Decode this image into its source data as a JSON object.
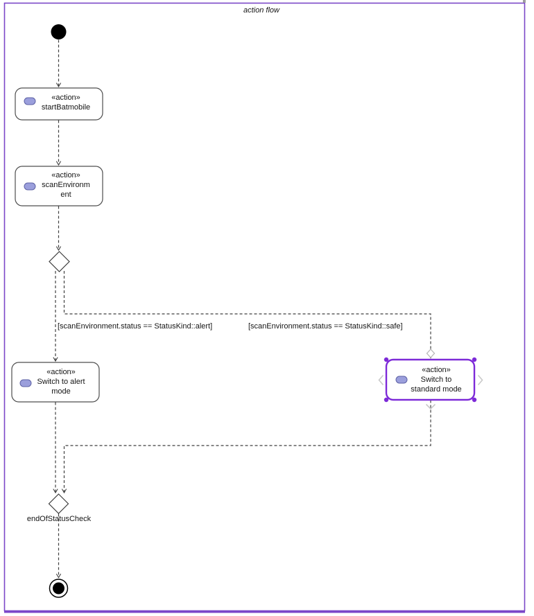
{
  "title": "action flow",
  "stereotype_label": "«action»",
  "nodes": {
    "startBatmobile": {
      "name": "startBatmobile"
    },
    "scanEnvironment": {
      "name_line1": "scanEnvironm",
      "name_line2": "ent"
    },
    "switchToAlertMode": {
      "name_line1": "Switch to alert",
      "name_line2": "mode"
    },
    "switchToStandardMode": {
      "name_line1": "Switch to",
      "name_line2": "standard mode",
      "selected": "true"
    }
  },
  "guards": {
    "alert": "[scanEnvironment.status == StatusKind::alert]",
    "safe": "[scanEnvironment.status == StatusKind::safe]"
  },
  "labels": {
    "merge_node": "endOfStatusCheck"
  },
  "colors": {
    "frame_purple": "#7B46C8",
    "selection_purple": "#7D2AD8",
    "action_icon_fill": "#9B9FDC",
    "action_icon_stroke": "#5E62A5",
    "node_stroke": "#4D4D4D",
    "edge": "#3F3F3F",
    "selection_handle_chevron": "#C9C9C9"
  }
}
